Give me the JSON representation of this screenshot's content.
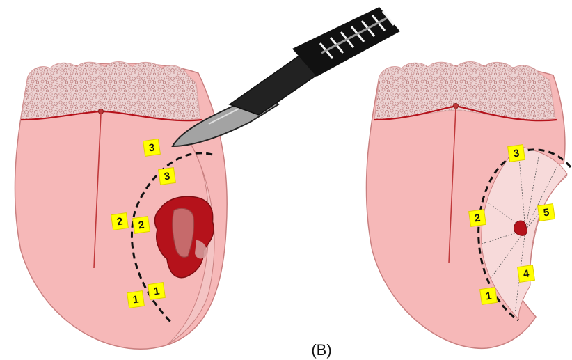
{
  "figure": {
    "caption": "(B)",
    "colors": {
      "tongue": "#f6b8b8",
      "tongue_edge": "#c98080",
      "papillae": "#e8c9c9",
      "median_line": "#c0393b",
      "lesion": "#b5121b",
      "marker_bg": "#ffff00",
      "scalpel_blade": "#9a9a9a",
      "scalpel_handle": "#111111",
      "excised_area": "#f7dada"
    },
    "left_panel": {
      "name": "Tongue with lesion and planned incision",
      "markers": [
        "3",
        "3",
        "2",
        "2",
        "1",
        "1"
      ]
    },
    "right_panel": {
      "name": "Tongue after excision",
      "markers": [
        "3",
        "2",
        "5",
        "4",
        "1"
      ]
    },
    "icons": [
      "scalpel-icon"
    ]
  }
}
